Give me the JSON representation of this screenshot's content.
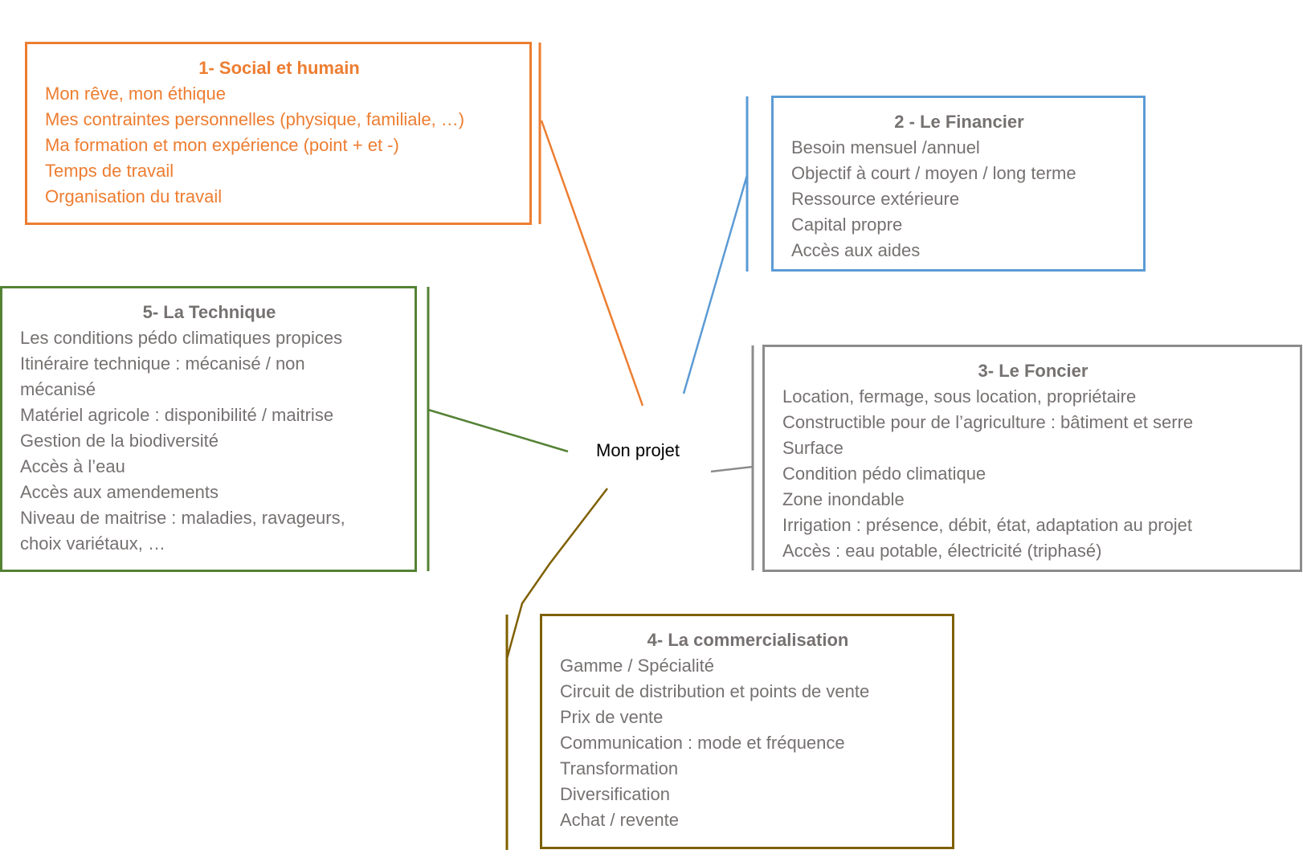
{
  "center": {
    "label": "Mon projet"
  },
  "boxes": {
    "social": {
      "title": "1- Social et humain",
      "color": "#ED7D31",
      "text_color": "#ED7D31",
      "items": [
        "Mon rêve, mon éthique",
        "Mes contraintes personnelles (physique, familiale, …)",
        "Ma formation et mon expérience (point + et -)",
        "Temps de travail",
        "Organisation du travail"
      ]
    },
    "financier": {
      "title": "2 - Le Financier",
      "color": "#5B9BD5",
      "text_color": "#767171",
      "items": [
        "Besoin mensuel /annuel",
        "Objectif à court / moyen / long terme",
        "Ressource extérieure",
        "Capital propre",
        "Accès aux aides"
      ]
    },
    "foncier": {
      "title": "3- Le Foncier",
      "color": "#8C8C8C",
      "text_color": "#767171",
      "items": [
        "Location, fermage, sous location, propriétaire",
        "Constructible pour de l’agriculture : bâtiment et serre",
        "Surface",
        "Condition pédo climatique",
        "Zone inondable",
        "Irrigation : présence, débit, état, adaptation au projet",
        "Accès : eau potable, électricité (triphasé)"
      ]
    },
    "commercialisation": {
      "title": "4- La commercialisation",
      "color": "#7F6000",
      "text_color": "#767171",
      "items": [
        "Gamme / Spécialité",
        "Circuit de distribution et points de vente",
        "Prix de vente",
        "Communication : mode et fréquence",
        "Transformation",
        "Diversification",
        "Achat / revente"
      ]
    },
    "technique": {
      "title": "5- La Technique",
      "color": "#548235",
      "text_color": "#767171",
      "items": [
        "Les conditions pédo climatiques propices",
        "Itinéraire technique : mécanisé / non mécanisé",
        "Matériel agricole : disponibilité / maitrise",
        "Gestion de la biodiversité",
        "Accès à l’eau",
        "Accès aux amendements",
        "Niveau de maitrise : maladies, ravageurs, choix variétaux, …"
      ]
    }
  }
}
